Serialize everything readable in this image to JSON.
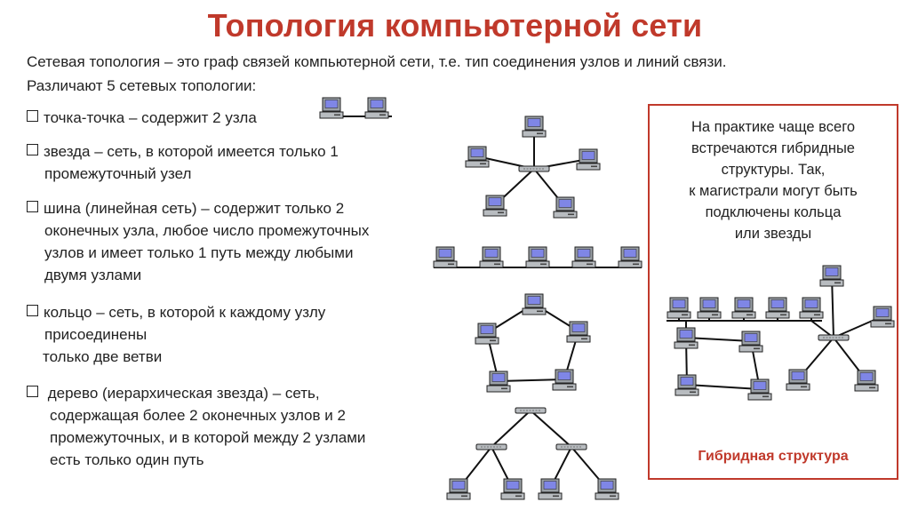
{
  "title": "Топология компьютерной сети",
  "intro": {
    "line1": "Сетевая топология – это граф связей компьютерной сети, т.е. тип соединения узлов и линий связи.",
    "line2": "Различают 5 сетевых топологии:"
  },
  "topologies": [
    {
      "lines": [
        "точка-точка – содержит 2 узла"
      ]
    },
    {
      "lines": [
        "звезда  – сеть, в которой имеется только 1",
        "промежуточный узел"
      ]
    },
    {
      "lines": [
        "шина (линейная сеть) – содержит только 2",
        "оконечных узла, любое число промежуточных",
        "узлов и имеет только 1 путь между любыми",
        "двумя узлами"
      ]
    },
    {
      "lines": [
        "кольцо  – сеть, в которой к каждому узлу",
        "присоединены",
        "только две ветви"
      ]
    },
    {
      "lines": [
        " дерево (иерархическая звезда) – сеть,",
        "содержащая более 2 оконечных узлов и 2",
        "промежуточных, и в которой между 2 узлами",
        "есть  только один путь"
      ]
    }
  ],
  "hybrid": {
    "lines": [
      "На практике чаще всего",
      "встречаются гибридные",
      "структуры. Так,",
      "к магистрали могут быть",
      "подключены кольца",
      "или звезды"
    ],
    "caption": "Гибридная структура"
  },
  "colors": {
    "title": "#c0392b",
    "border": "#c0392b",
    "screen": "#7f86e6"
  }
}
